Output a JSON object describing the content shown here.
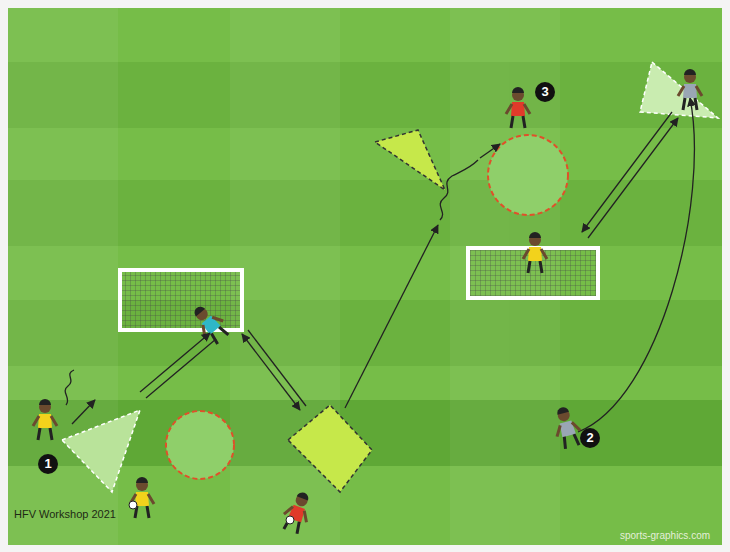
{
  "diagram": {
    "labels": [
      "1",
      "2",
      "3",
      "HFV Workshop 2021",
      "sports-graphics.com"
    ]
  }
}
